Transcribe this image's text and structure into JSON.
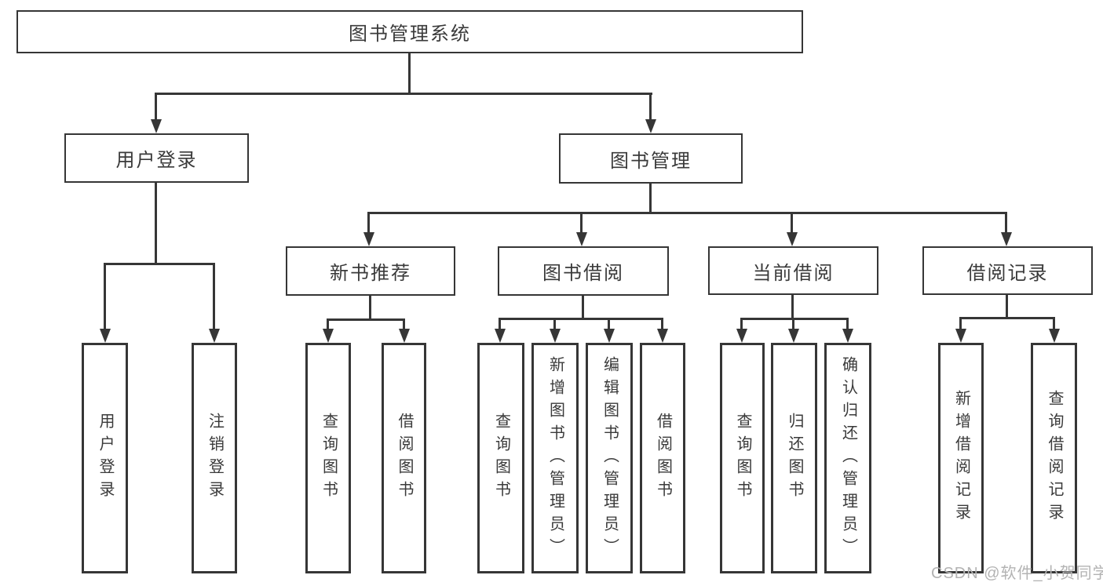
{
  "diagram_title": "图书管理系统",
  "tree": {
    "root": {
      "label": "图书管理系统"
    },
    "level2": [
      {
        "label": "用户登录",
        "children": [
          {
            "label": "用户登录"
          },
          {
            "label": "注销登录"
          }
        ]
      },
      {
        "label": "图书管理",
        "children": [
          {
            "label": "新书推荐",
            "children": [
              {
                "label": "查询图书"
              },
              {
                "label": "借阅图书"
              }
            ]
          },
          {
            "label": "图书借阅",
            "children": [
              {
                "label": "查询图书"
              },
              {
                "label": "新增图书（管理员）"
              },
              {
                "label": "编辑图书（管理员）"
              },
              {
                "label": "借阅图书"
              }
            ]
          },
          {
            "label": "当前借阅",
            "children": [
              {
                "label": "查询图书"
              },
              {
                "label": "归还图书"
              },
              {
                "label": "确认归还（管理员）"
              }
            ]
          },
          {
            "label": "借阅记录",
            "children": [
              {
                "label": "新增借阅记录"
              },
              {
                "label": "查询借阅记录"
              }
            ]
          }
        ]
      }
    ]
  },
  "watermark": {
    "text": "CSDN @软件_小贺同学"
  },
  "colors": {
    "line": "#363636",
    "text": "#3a3a3a",
    "watermark": "#b3b3b3",
    "background": "#ffffff"
  }
}
